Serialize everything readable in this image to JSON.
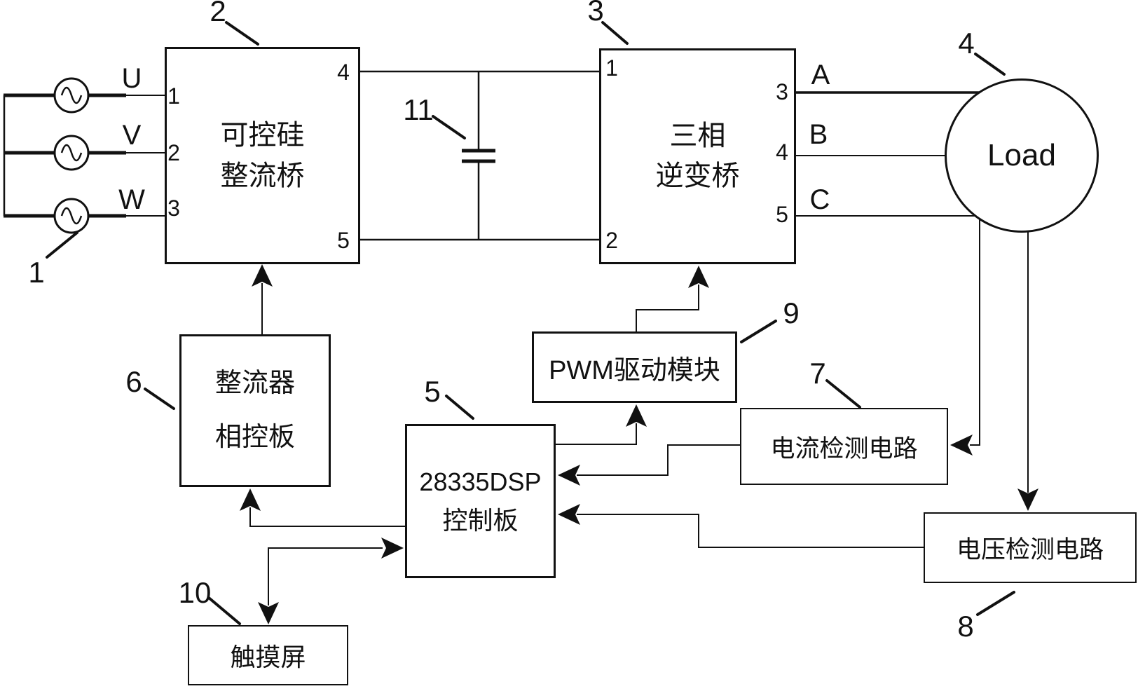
{
  "colors": {
    "background": "#ffffff",
    "line": "#111111"
  },
  "blocks": {
    "ac_source": {
      "ref": "1"
    },
    "thyristor_rectifier_bridge": {
      "ref": "2",
      "line1": "可控硅",
      "line2": "整流桥",
      "left_ports": [
        "1",
        "2",
        "3"
      ],
      "right_ports": [
        "4",
        "5"
      ]
    },
    "three_phase_inverter_bridge": {
      "ref": "3",
      "line1": "三相",
      "line2": "逆变桥",
      "left_ports": [
        "1",
        "2"
      ],
      "right_ports": [
        "3",
        "4",
        "5"
      ]
    },
    "load": {
      "ref": "4",
      "label": "Load"
    },
    "dsp_control_board": {
      "ref": "5",
      "line1": "28335DSP",
      "line2": "控制板"
    },
    "rectifier_phase_control_board": {
      "ref": "6",
      "line1": "整流器",
      "line2": "相控板"
    },
    "current_detection_circuit": {
      "ref": "7",
      "label": "电流检测电路"
    },
    "voltage_detection_circuit": {
      "ref": "8",
      "label": "电压检测电路"
    },
    "pwm_drive_module": {
      "ref": "9",
      "label": "PWM驱动模块"
    },
    "touch_screen": {
      "ref": "10",
      "label": "触摸屏"
    },
    "dc_link_capacitor": {
      "ref": "11"
    }
  },
  "input_phase_labels": [
    "U",
    "V",
    "W"
  ],
  "output_phase_labels": [
    "A",
    "B",
    "C"
  ]
}
